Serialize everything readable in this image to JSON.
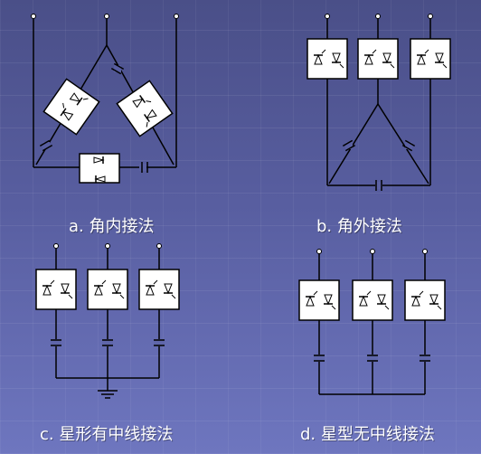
{
  "captions": {
    "a": "a. 角内接法",
    "b": "b. 角外接法",
    "c": "c. 星形有中线接法",
    "d": "d. 星型无中线接法"
  },
  "colors": {
    "line": "#000000",
    "panel": "#ffffff",
    "text": "#ffffff"
  }
}
